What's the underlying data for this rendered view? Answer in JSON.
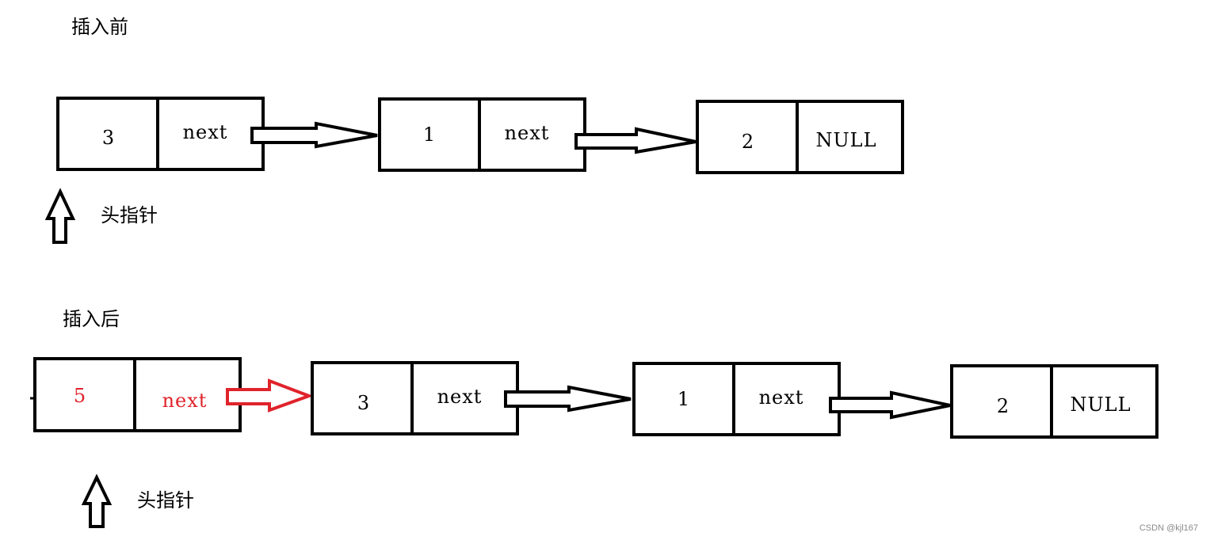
{
  "colors": {
    "stroke": "#000000",
    "highlight": "#e0232b",
    "watermark": "#8a8a8a",
    "background": "#ffffff"
  },
  "before": {
    "heading": "插入前",
    "head_pointer_label": "头指针",
    "nodes": [
      {
        "value": "3",
        "next": "next"
      },
      {
        "value": "1",
        "next": "next"
      },
      {
        "value": "2",
        "next": "NULL"
      }
    ]
  },
  "after": {
    "heading": "插入后",
    "head_pointer_label": "头指针",
    "nodes": [
      {
        "value": "5",
        "next": "next",
        "highlight": true
      },
      {
        "value": "3",
        "next": "next"
      },
      {
        "value": "1",
        "next": "next"
      },
      {
        "value": "2",
        "next": "NULL"
      }
    ]
  },
  "watermark": "CSDN @kjl167"
}
